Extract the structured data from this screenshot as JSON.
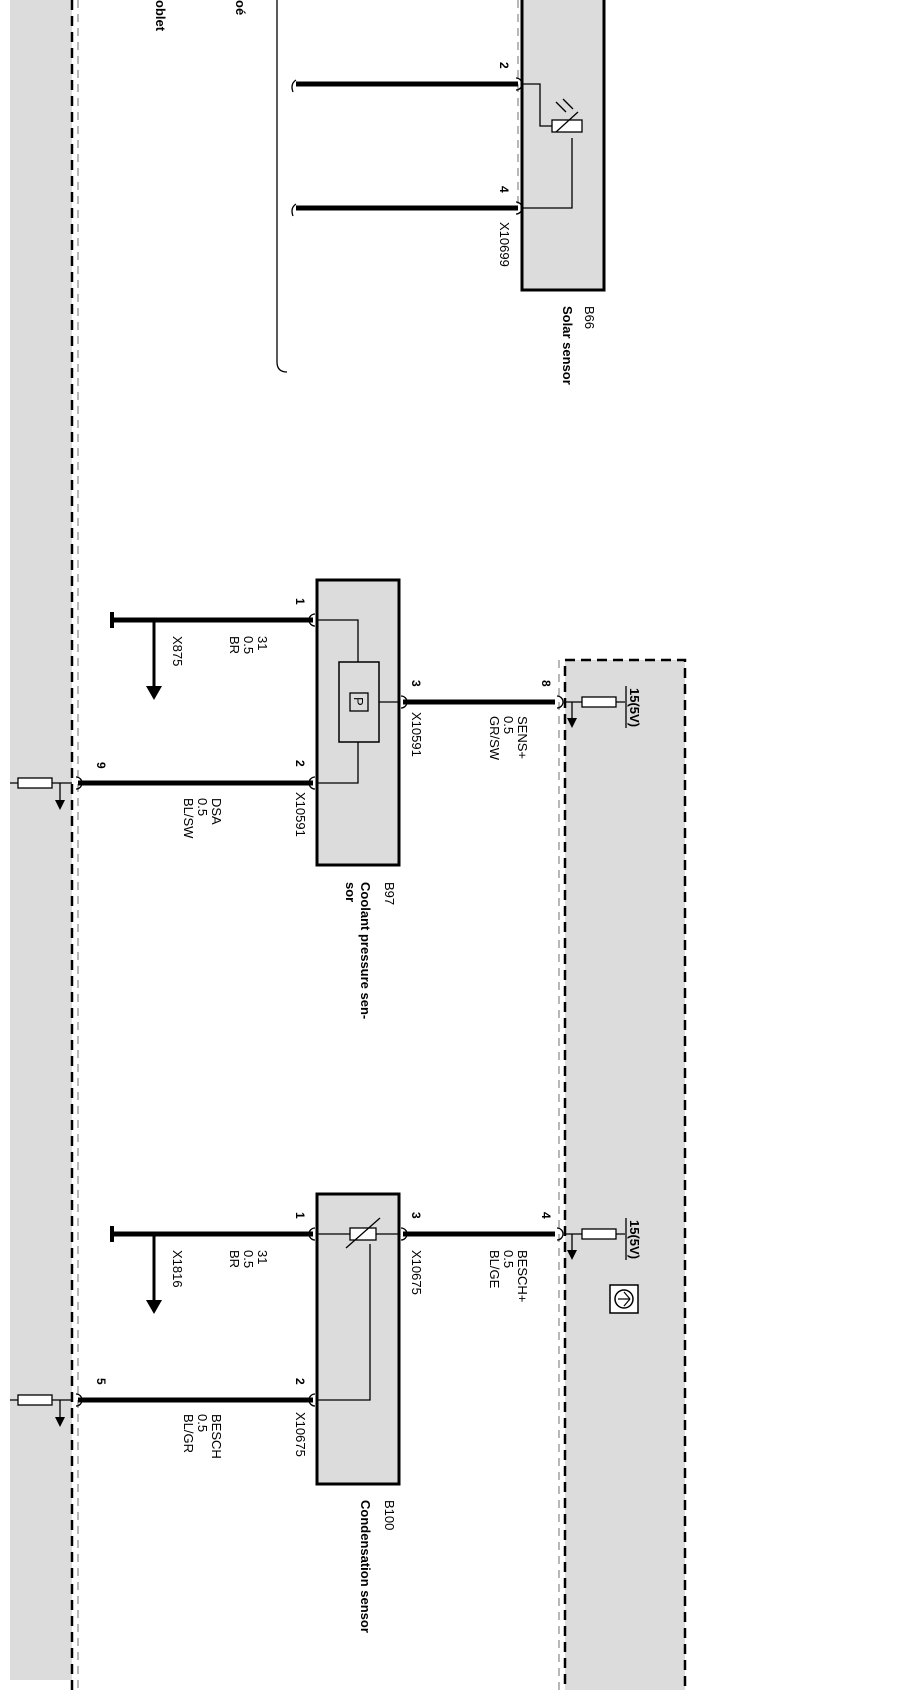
{
  "modules": {
    "left_partial": {
      "label_1": "oé",
      "label_2": "oblet"
    }
  },
  "b66": {
    "id": "B66",
    "name": "Solar sensor",
    "connector": "X10699",
    "pin_a": "2",
    "pin_b": "4"
  },
  "b97": {
    "id": "B97",
    "name_line1": "Coolant pressure sen-",
    "name_line2": "sor",
    "connector_top": "X10591",
    "connector_bottom": "X10591",
    "pin_1": "1",
    "pin_2": "2",
    "pin_3": "3",
    "inner_symbol": "P",
    "ground": {
      "id": "31",
      "size": "0.5",
      "color": "BR",
      "point": "X875"
    },
    "sig": {
      "name": "SENS+",
      "size": "0.5",
      "color": "GR/SW",
      "pin": "8"
    },
    "ret": {
      "name": "DSA",
      "size": "0.5",
      "color": "BL/SW",
      "pin": "9"
    }
  },
  "b100": {
    "id": "B100",
    "name": "Condensation sensor",
    "connector_top": "X10675",
    "connector_bottom": "X10675",
    "pin_1": "1",
    "pin_2": "2",
    "pin_3": "3",
    "ground": {
      "id": "31",
      "size": "0.5",
      "color": "BR",
      "point": "X1816"
    },
    "sig": {
      "name": "BESCH+",
      "size": "0.5",
      "color": "BL/GE",
      "pin": "4"
    },
    "ret": {
      "name": "BESCH",
      "size": "0.5",
      "color": "BL/GR",
      "pin": "5"
    }
  },
  "supply": {
    "label_a": "15(5V)",
    "label_b": "15(5V)"
  },
  "colors": {
    "fill": "#dcdcdc",
    "line": "#000000"
  }
}
